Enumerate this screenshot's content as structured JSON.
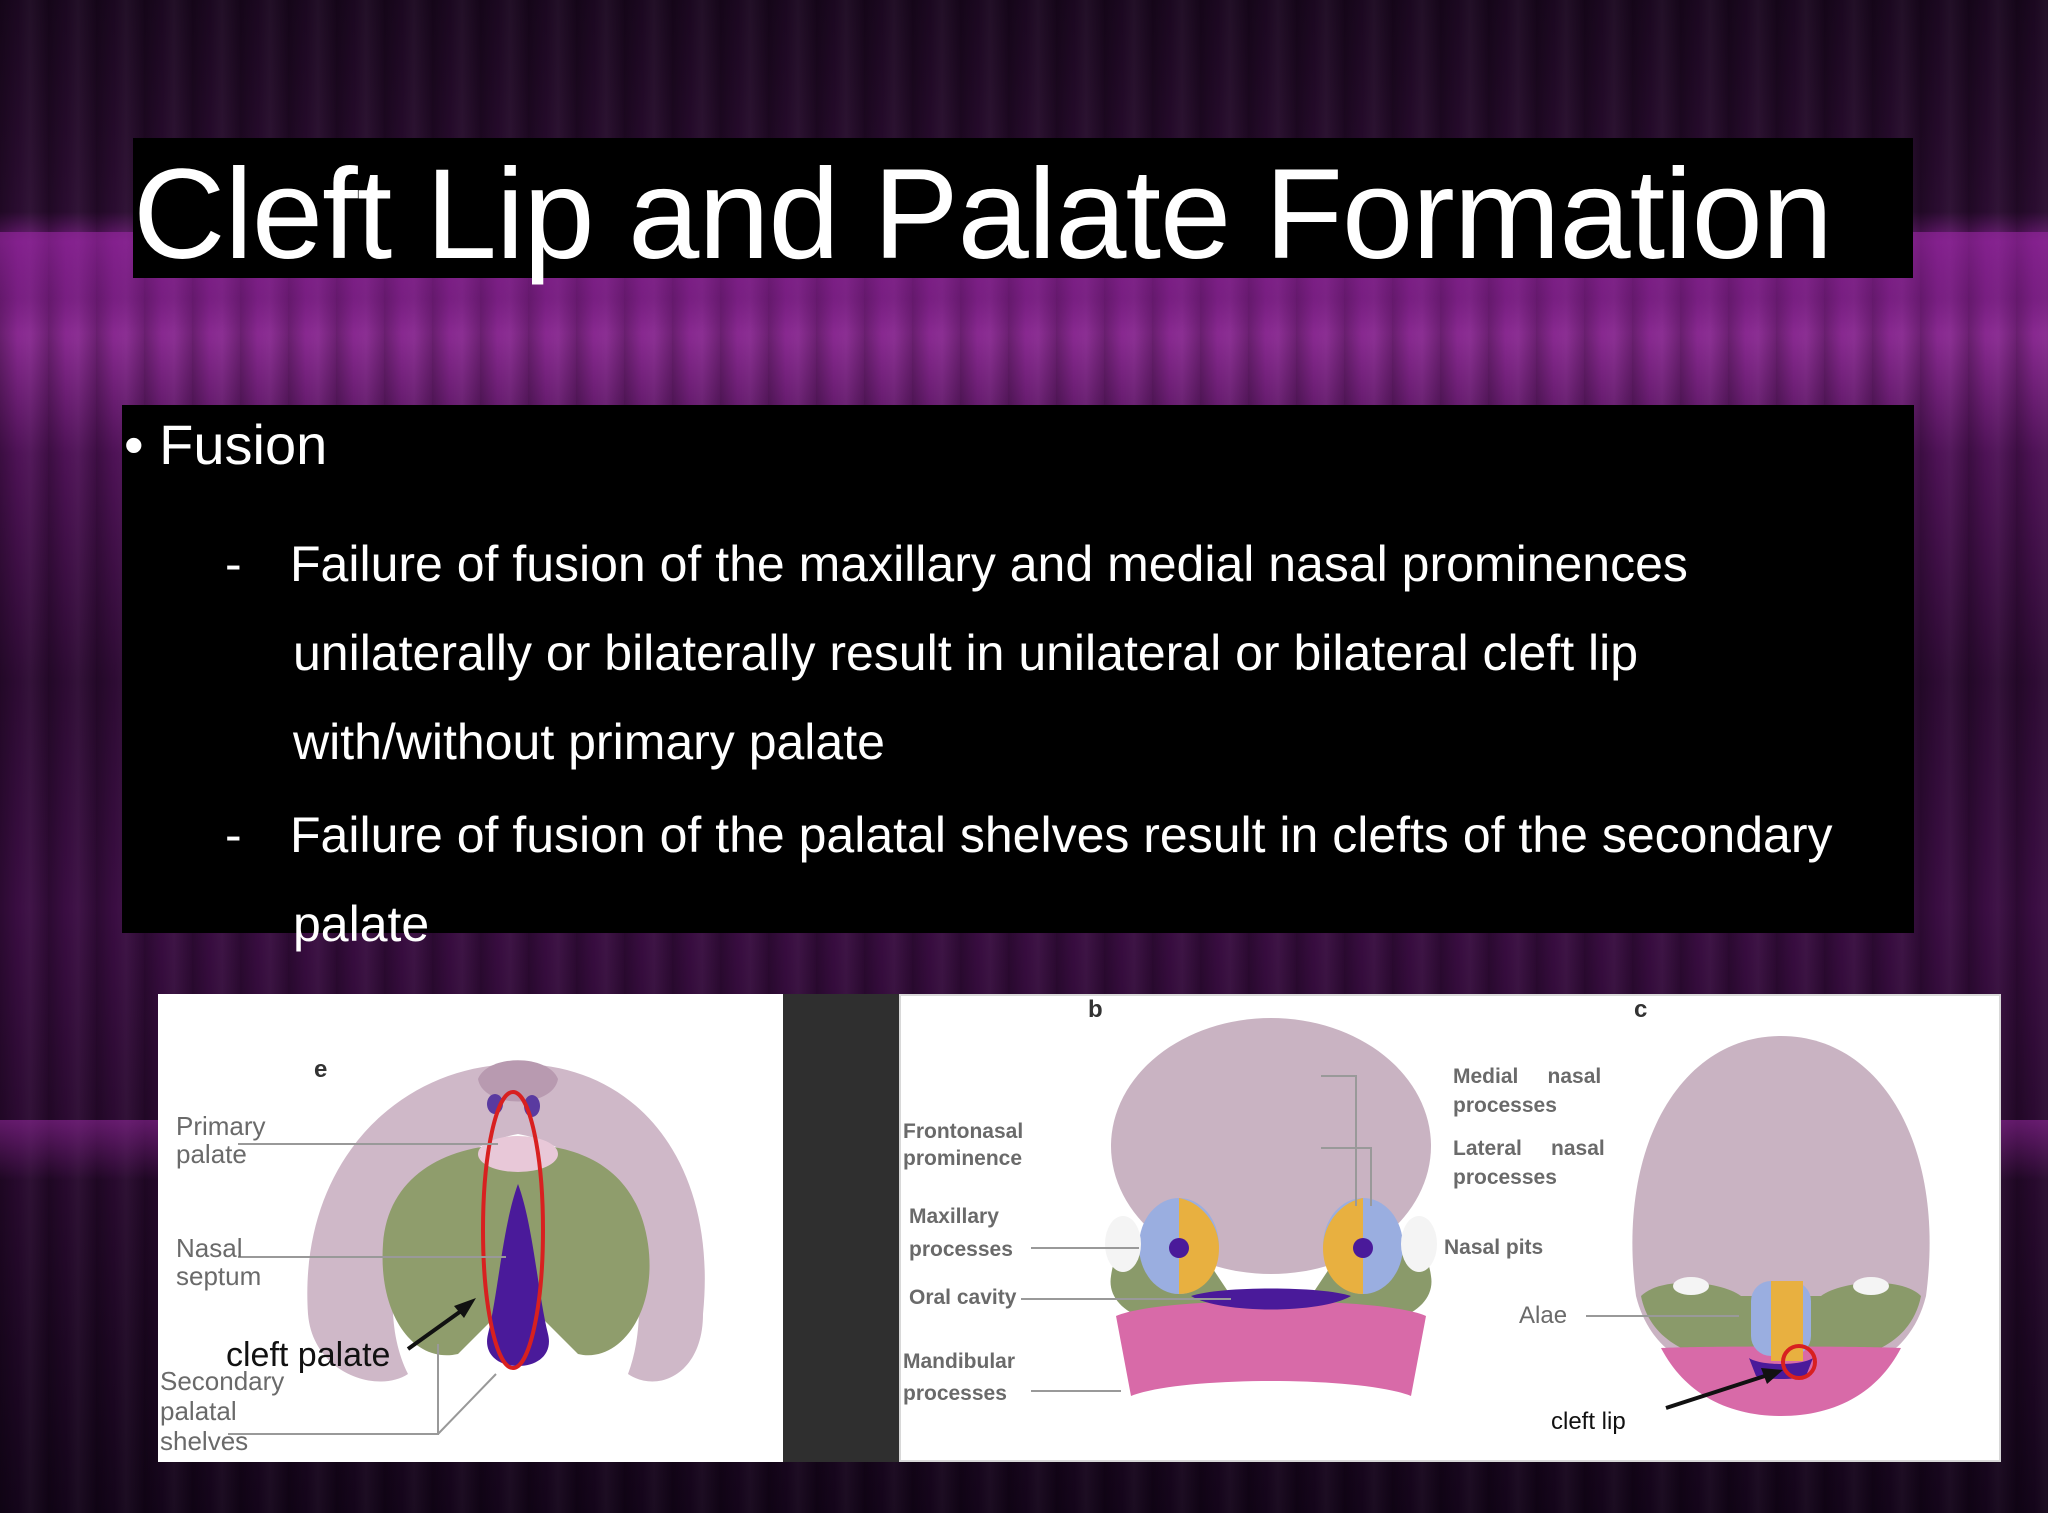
{
  "slide": {
    "title": "Cleft Lip and Palate Formation",
    "bullet": "Fusion",
    "subpoints": [
      {
        "dash": "-",
        "lines": [
          "Failure of fusion of the maxillary and medial nasal prominences",
          "unilaterally or bilaterally result in unilateral or bilateral cleft lip",
          "with/without primary palate"
        ]
      },
      {
        "dash": "-",
        "lines": [
          "Failure of fusion of the palatal shelves result in clefts of the secondary",
          "palate"
        ]
      }
    ]
  },
  "figure_left": {
    "panel_letter": "e",
    "labels": {
      "primary_palate": "Primary\npalate",
      "nasal_septum": "Nasal\nseptum",
      "secondary_palatal_shelves": "Secondary\npalatal\nshelves",
      "cleft_palate": "cleft palate"
    }
  },
  "figure_right": {
    "panel_letters": [
      "b",
      "c"
    ],
    "labels": {
      "frontonasal": "Frontonasal\nprominence",
      "maxillary": "Maxillary\nprocesses",
      "oral_cavity": "Oral cavity",
      "mandibular": "Mandibular\nprocesses",
      "medial_nasal": "Medial     nasal\nprocesses",
      "lateral_nasal": "Lateral     nasal\nprocesses",
      "nasal_pits": "Nasal pits",
      "alae": "Alae",
      "cleft_lip": "cleft lip"
    }
  },
  "colors": {
    "title_bg": "#000000",
    "text": "#ffffff",
    "purple_band": "#8a2a92",
    "skin": "#c9b3c2",
    "green": "#8a9a6a",
    "pink": "#d86aa8",
    "violet": "#4a1a9a",
    "orange": "#e8b040",
    "blue": "#9aaee0",
    "cleft_ring": "#d82020"
  }
}
